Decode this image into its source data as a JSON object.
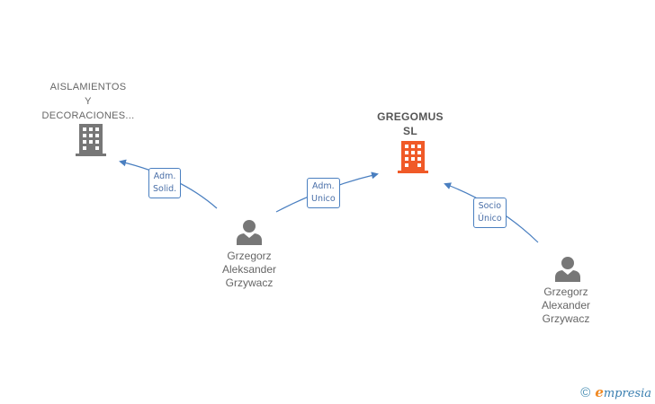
{
  "nodes": {
    "company_aislamientos": {
      "lines": [
        "AISLAMIENTOS",
        "Y",
        "DECORACIONES..."
      ],
      "icon": "building-icon",
      "color": "#777777"
    },
    "company_gregomus": {
      "lines": [
        "GREGOMUS",
        "SL"
      ],
      "icon": "building-icon",
      "color": "#f05a28"
    },
    "person_aleksander": {
      "lines": [
        "Grzegorz",
        "Aleksander",
        "Grzywacz"
      ],
      "icon": "person-icon",
      "color": "#777777"
    },
    "person_alexander": {
      "lines": [
        "Grzegorz",
        "Alexander",
        "Grzywacz"
      ],
      "icon": "person-icon",
      "color": "#777777"
    }
  },
  "edges": {
    "adm_solid": {
      "line1": "Adm.",
      "line2": "Solid."
    },
    "adm_unico": {
      "line1": "Adm.",
      "line2": "Unico"
    },
    "socio_unico": {
      "line1": "Socio",
      "line2": "Único"
    }
  },
  "edge_color": "#4a7fc0",
  "watermark": {
    "symbol": "©",
    "brand_initial": "e",
    "brand_rest": "mpresia"
  }
}
